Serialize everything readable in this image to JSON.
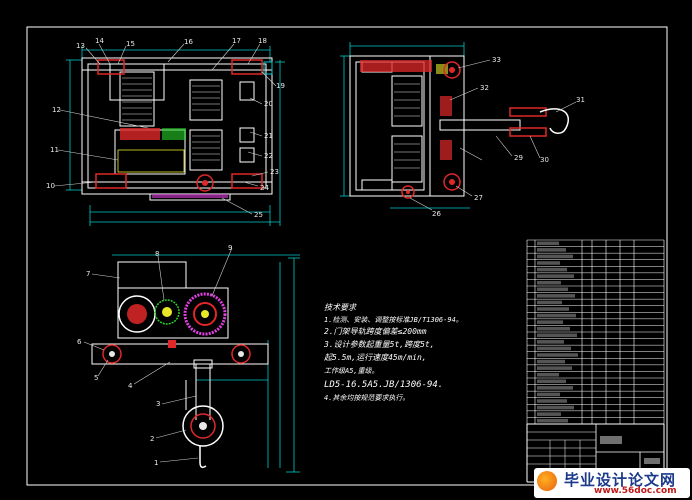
{
  "colors": {
    "background": "#000000",
    "frame": "#ffffff",
    "dimension": "#00c8c8",
    "part_red": "#e02828",
    "part_magenta": "#e040e0",
    "part_green": "#28d228",
    "part_yellow": "#e8e828",
    "leader": "#d0d0d0",
    "table_lines": "#ffffff"
  },
  "callouts_top_left": [
    "13",
    "14",
    "15",
    "16",
    "17",
    "18",
    "19",
    "20",
    "21",
    "22",
    "23",
    "24",
    "25",
    "12",
    "11",
    "10"
  ],
  "callouts_top_right": [
    "33",
    "32",
    "31",
    "30",
    "29",
    "27",
    "26"
  ],
  "callouts_bottom_left": [
    "7",
    "8",
    "9",
    "6",
    "5",
    "4",
    "3",
    "2",
    "1"
  ],
  "technical_requirements": {
    "heading": "技术要求",
    "lines": [
      "1.检测、安装、调整按标准JB/T1306-94。",
      "2.门架导轨跨度偏差≤200mm",
      "3.设计参数起重量5t,跨度5t,",
      "起5.5m,运行速度45m/min,",
      "工作级A5,重级。",
      "LD5-16.5A5.JB/1306-94.",
      "4.其余均按规范要求执行。"
    ]
  },
  "watermark": {
    "brand": "毕业设计论文网",
    "url": "www.56doc.com"
  }
}
